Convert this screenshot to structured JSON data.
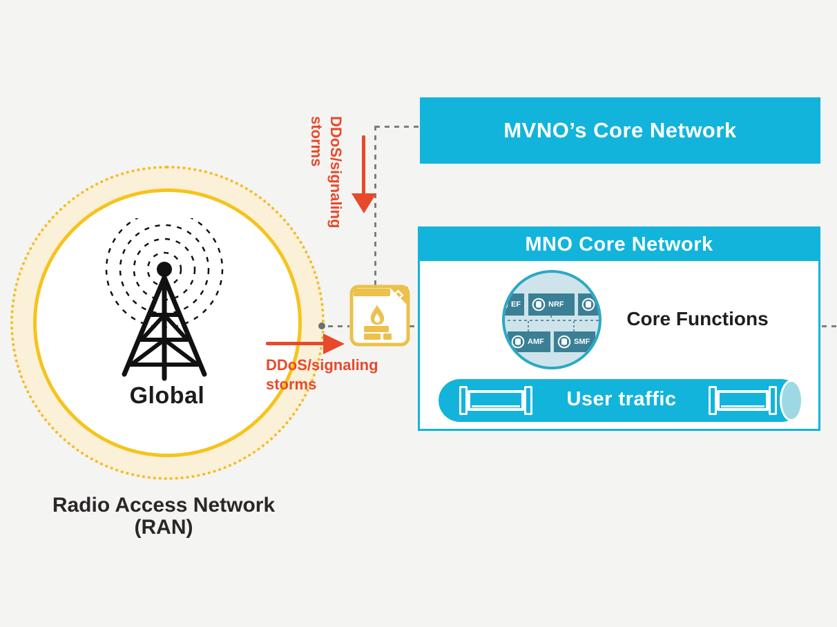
{
  "ran": {
    "label": "Global",
    "caption_line1": "Radio Access Network",
    "caption_line2": "(RAN)"
  },
  "threat_vertical": {
    "line1": "DDoS/signaling",
    "line2": "storms"
  },
  "threat_horizontal": {
    "line1": "DDoS/signaling",
    "line2": "storms"
  },
  "mvno_box": {
    "title": "MVNO’s Core Network"
  },
  "mno_box": {
    "title": "MNO Core Network",
    "core_functions_label": "Core Functions",
    "nf_boxes": [
      {
        "label": "EF",
        "icon": "database-icon"
      },
      {
        "label": "NRF",
        "icon": "database-icon"
      },
      {
        "label": "",
        "icon": "database-icon"
      },
      {
        "label": "AMF",
        "icon": "database-icon"
      },
      {
        "label": "SMF",
        "icon": "database-icon"
      }
    ],
    "user_traffic": {
      "label": "User traffic",
      "icon": "pipe-icon"
    }
  },
  "icons": {
    "ran": "cell-tower-icon",
    "middle": "firewall-icon",
    "cylinder_end": "pipe-opening"
  },
  "colors": {
    "background": "#f4f4f3",
    "cyan": "#12b4db",
    "teal_nf_box": "#3a7f95",
    "core_circle_fill": "#cfe4ea",
    "core_circle_border": "#2ba9c3",
    "ring_yellow": "#f5c41c",
    "ring_cream": "#fbf0d8",
    "firewall_yellow": "#ecc04a",
    "threat_red": "#e8492b",
    "text_dark": "#221e1f",
    "dash_gray": "#7d7d7d",
    "cylinder_end_blue": "#9ed8e4"
  }
}
